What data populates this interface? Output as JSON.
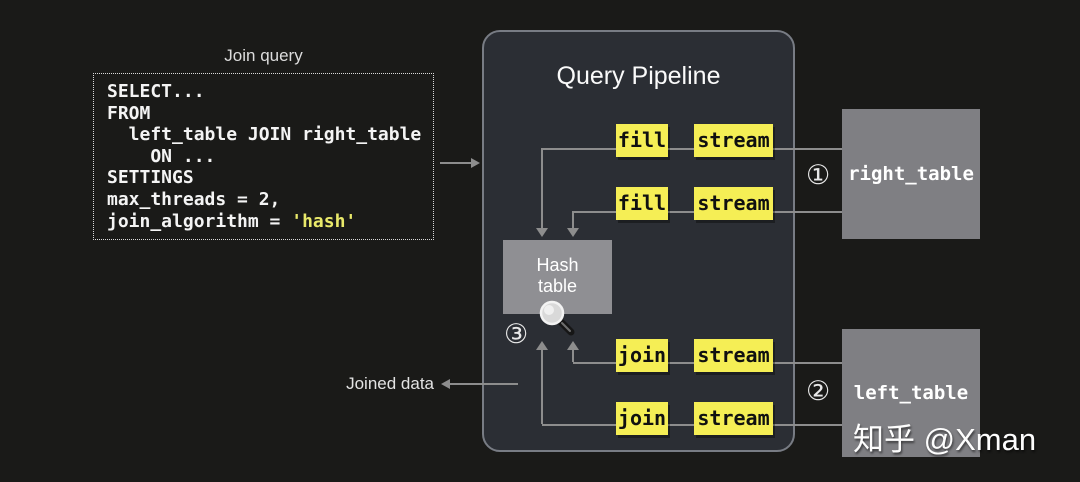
{
  "join_query": {
    "title": "Join query",
    "code_lines": [
      "SELECT...",
      "FROM",
      "  left_table JOIN right_table",
      "    ON ...",
      "SETTINGS",
      "max_threads = 2,"
    ],
    "last_line": {
      "prefix": "join_algorithm = ",
      "highlight": "'hash'"
    }
  },
  "pipeline": {
    "title": "Query Pipeline",
    "fill_rows": [
      {
        "op": "fill",
        "stage": "stream"
      },
      {
        "op": "fill",
        "stage": "stream"
      }
    ],
    "join_rows": [
      {
        "op": "join",
        "stage": "stream"
      },
      {
        "op": "join",
        "stage": "stream"
      }
    ],
    "hash_table": {
      "line1": "Hash",
      "line2": "table",
      "step_number": "③"
    }
  },
  "tables": {
    "right_table": {
      "label": "right_table",
      "step_number": "①"
    },
    "left_table": {
      "label": "left_table",
      "step_number": "②"
    }
  },
  "joined_data": {
    "label": "Joined data"
  },
  "watermark": {
    "text": "知乎 @Xman"
  },
  "colors": {
    "background": "#1a1a18",
    "pipeline_bg": "#2b2e34",
    "node_yellow": "#f5ee55",
    "table_gray": "#7f7f83",
    "hash_gray": "#8f8f93",
    "line_gray": "#8d8d8d",
    "code_highlight": "#e9e96a"
  }
}
